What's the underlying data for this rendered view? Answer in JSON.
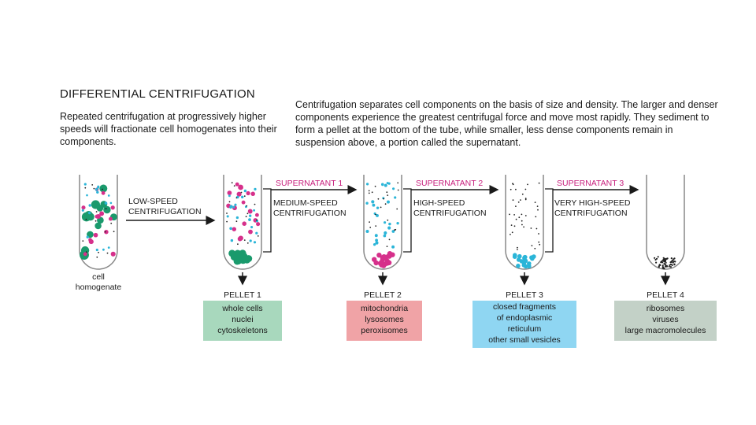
{
  "title": "DIFFERENTIAL CENTRIFUGATION",
  "lead": "Repeated centrifugation at progressively higher speeds will fractionate cell homogenates into their components.",
  "description": "Centrifugation separates cell components on the basis of size and density. The larger and denser components experience the greatest centrifugal force and move most rapidly. They sediment to form a pellet at the bottom of the tube, while smaller, less dense components remain in suspension above, a portion called the supernatant.",
  "start_label": [
    "cell",
    "homogenate"
  ],
  "steps": [
    {
      "speed": [
        "LOW-SPEED",
        "CENTRIFUGATION"
      ]
    },
    {
      "supernatant": "SUPERNATANT 1",
      "speed": [
        "MEDIUM-SPEED",
        "CENTRIFUGATION"
      ]
    },
    {
      "supernatant": "SUPERNATANT 2",
      "speed": [
        "HIGH-SPEED",
        "CENTRIFUGATION"
      ]
    },
    {
      "supernatant": "SUPERNATANT 3",
      "speed": [
        "VERY HIGH-SPEED",
        "CENTRIFUGATION"
      ]
    }
  ],
  "pellets": [
    {
      "label": "PELLET 1",
      "contents": [
        "whole cells",
        "nuclei",
        "cytoskeletons"
      ],
      "color": "#a8d8bd"
    },
    {
      "label": "PELLET 2",
      "contents": [
        "mitochondria",
        "lysosomes",
        "peroxisomes"
      ],
      "color": "#f0a3a6"
    },
    {
      "label": "PELLET 3",
      "contents": [
        "closed fragments",
        "of endoplasmic",
        "reticulum",
        "other small vesicles"
      ],
      "color": "#8fd6f2"
    },
    {
      "label": "PELLET 4",
      "contents": [
        "ribosomes",
        "viruses",
        "large macromolecules"
      ],
      "color": "#c3d1c7"
    }
  ],
  "colors": {
    "green_particle": "#1a9a6c",
    "magenta_particle": "#d6308b",
    "cyan_particle": "#2bb5d8",
    "dark_particle": "#222222",
    "supernatant_text": "#c8207e"
  }
}
